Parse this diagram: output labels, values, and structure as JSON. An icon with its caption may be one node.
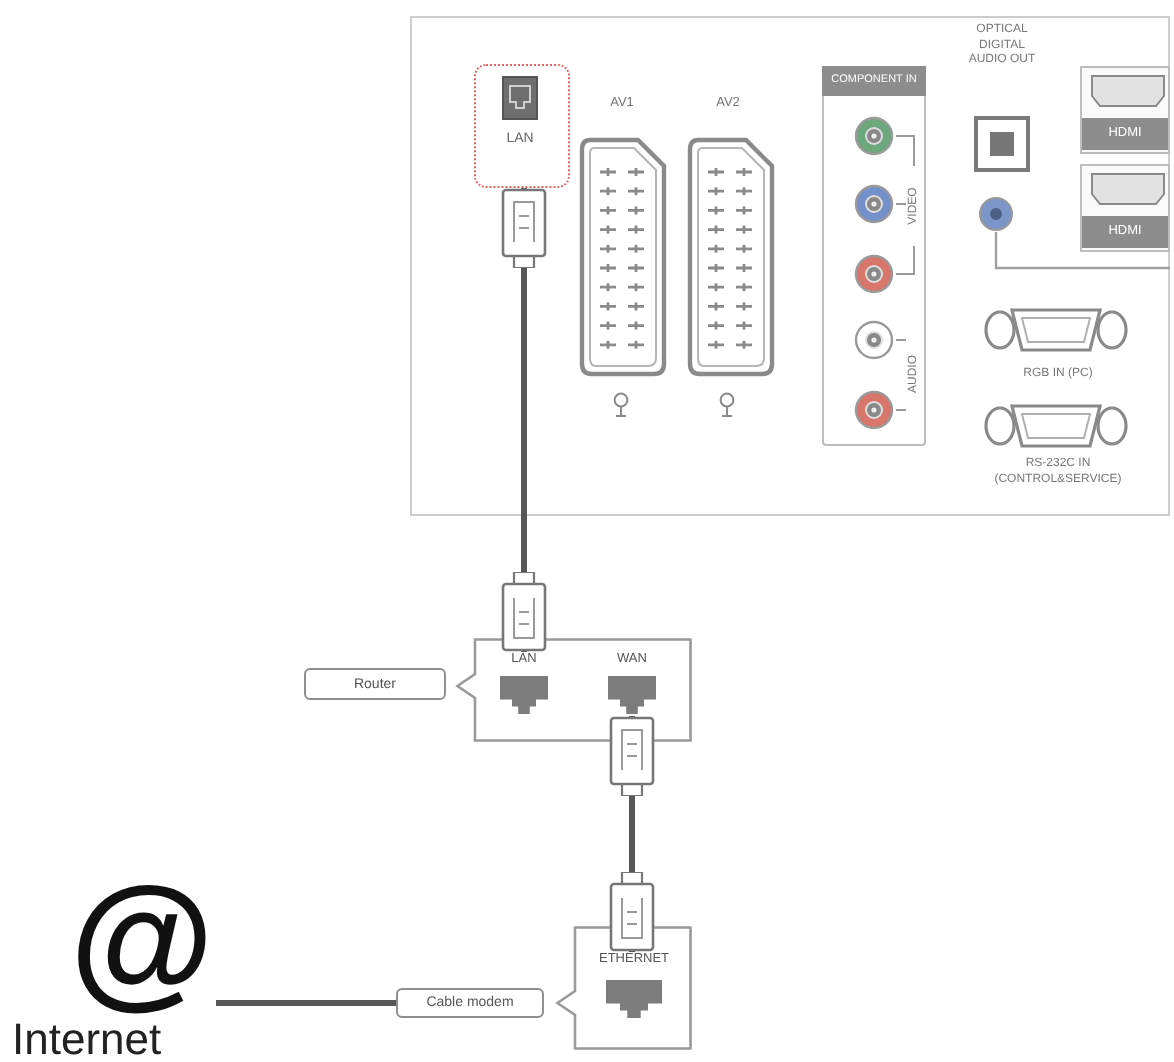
{
  "diagram": {
    "nodes": [
      {
        "text": [],
        "shape": "box"
      },
      {
        "text": [
          "LAN"
        ],
        "in": 0
      },
      {
        "text": [
          "Router"
        ]
      },
      {
        "text": [],
        "shape": "box"
      },
      {
        "text": [
          "LAN"
        ],
        "in": 3
      },
      {
        "text": [
          "WAN"
        ],
        "in": 3
      },
      {
        "text": [
          "@",
          "Internet"
        ]
      },
      {
        "text": [
          "Cable modem"
        ]
      },
      {
        "text": [],
        "shape": "box"
      },
      {
        "text": [
          "ETHERNET"
        ],
        "in": 8
      }
    ],
    "edges": [
      {
        "from": 1,
        "to": 4,
        "arrow": "other"
      },
      {
        "from": 5,
        "to": 9,
        "arrow": "other"
      },
      {
        "from": 6,
        "to": 7,
        "arrow": "none"
      }
    ],
    "labels": [
      "AV1",
      "AV2",
      "COMPONENT IN",
      "VIDEO",
      "AUDIO",
      "OPTICAL DIGITAL AUDIO OUT",
      "HDMI",
      "HDMI",
      "RGB IN (PC)",
      "RS-232C IN (CONTROL&SERVICE)"
    ]
  }
}
